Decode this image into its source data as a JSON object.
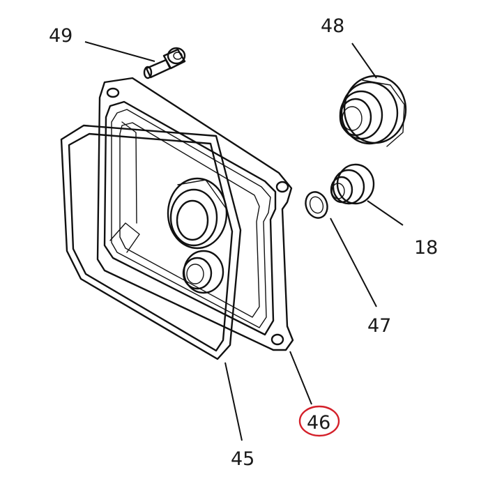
{
  "callouts": {
    "c49": "49",
    "c48": "48",
    "c18": "18",
    "c47": "47",
    "c46": "46",
    "c45": "45"
  },
  "highlight": {
    "part": "46",
    "color": "#d4202a"
  },
  "icons": {
    "bolt": "bolt-icon",
    "fitting": "fitting-icon",
    "plug": "plug-icon",
    "washer": "washer-icon",
    "cover": "cover-icon",
    "gasket": "gasket-icon"
  }
}
